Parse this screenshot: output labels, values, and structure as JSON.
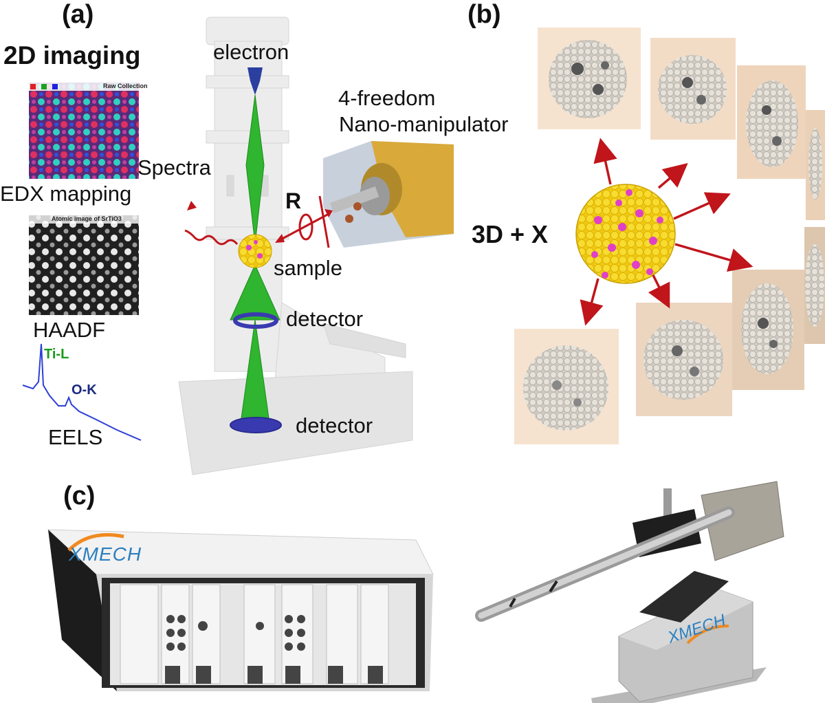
{
  "panels": {
    "a": {
      "label": "(a)",
      "heading_2d": "2D imaging",
      "edx_header": "Raw Collection",
      "edx_caption": "EDX mapping",
      "haadf_header": "Atomic image of SrTiO3",
      "haadf_caption": "HAADF",
      "eels_peak1": "Ti-L",
      "eels_peak2": "O-K",
      "eels_caption": "EELS",
      "electron": "electron",
      "spectra": "Spectra",
      "manipulator_line1": "4-freedom",
      "manipulator_line2": "Nano-manipulator",
      "rotation": "R",
      "sample": "sample",
      "detector1": "detector",
      "detector2": "detector"
    },
    "b": {
      "label": "(b)",
      "center": "3D + X"
    },
    "c": {
      "label": "(c)",
      "brand_controller": "XMECH",
      "brand_holder": "XMECH"
    }
  },
  "colors": {
    "beam": "#2fb52f",
    "arrow": "#c0151b",
    "ring": "#3a3ab0",
    "atom_yellow": "#f5d21e",
    "atom_magenta": "#e040c8",
    "eels_line": "#2b3fd6",
    "eels_label": "#1a9a1a",
    "tile_bg": "#f6e3cf"
  }
}
